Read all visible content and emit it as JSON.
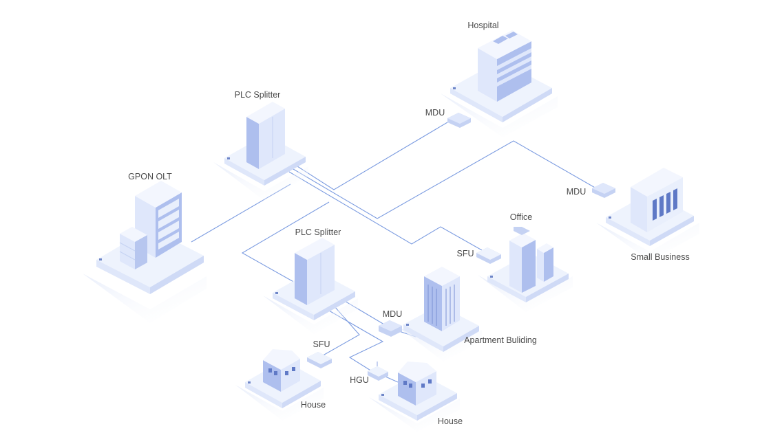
{
  "labels": {
    "hospital": "Hospital",
    "plc_splitter_top": "PLC Splitter",
    "gpon_olt": "GPON OLT",
    "mdu_hospital": "MDU",
    "mdu_business": "MDU",
    "small_business": "Small Business",
    "office": "Office",
    "sfu_office": "SFU",
    "plc_splitter_mid": "PLC Splitter",
    "mdu_apartment": "MDU",
    "apartment_building": "Apartment Buliding",
    "sfu_house": "SFU",
    "hgu_house": "HGU",
    "house_left": "House",
    "house_right": "House"
  },
  "colors": {
    "line": "#7b9be0",
    "platform_top": "#eef3fd",
    "platform_left": "#dfe7fa",
    "platform_right": "#cfdaf6",
    "building_front": "#aebfee",
    "building_side": "#dfe7fb",
    "window": "#5f79c6",
    "label": "#4a4a4a"
  }
}
